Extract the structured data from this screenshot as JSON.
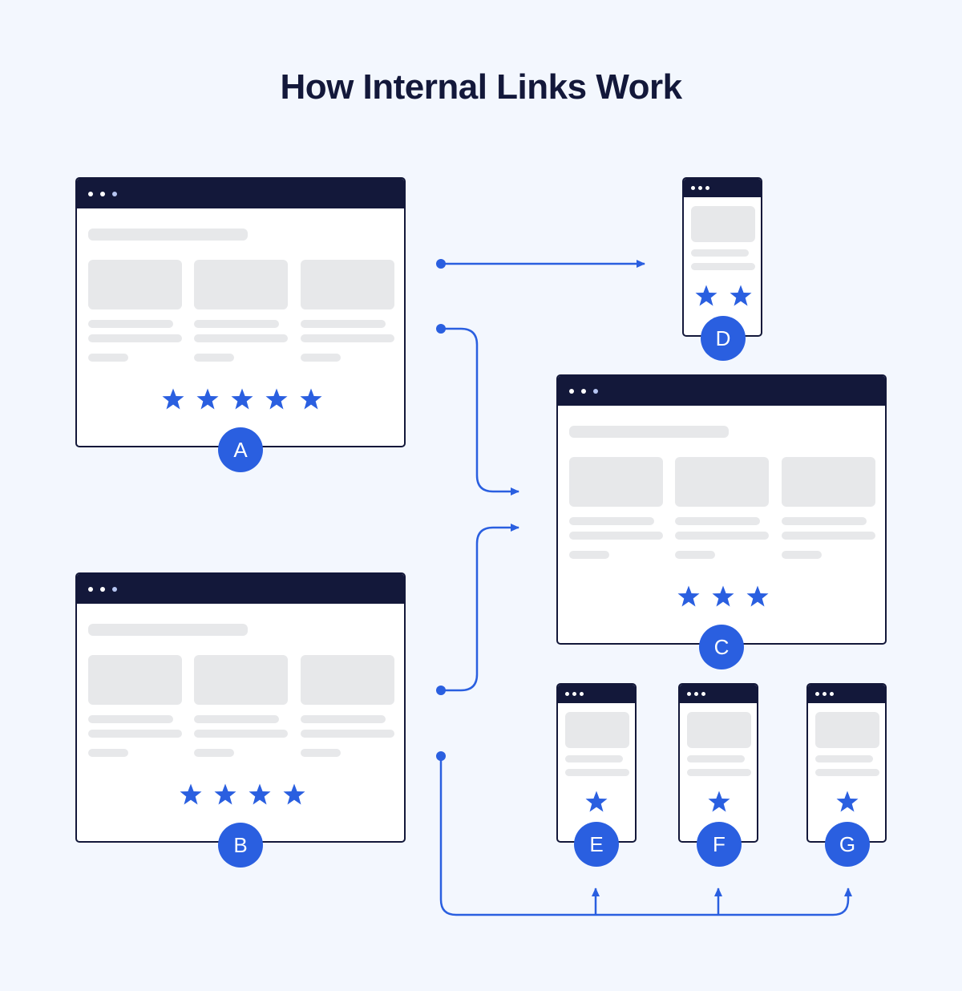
{
  "title": "How Internal Links Work",
  "pages": {
    "A": {
      "label": "A",
      "stars": 5
    },
    "B": {
      "label": "B",
      "stars": 4
    },
    "C": {
      "label": "C",
      "stars": 3
    },
    "D": {
      "label": "D",
      "stars": 2
    },
    "E": {
      "label": "E",
      "stars": 1
    },
    "F": {
      "label": "F",
      "stars": 1
    },
    "G": {
      "label": "G",
      "stars": 1
    }
  },
  "links": [
    {
      "from": "A",
      "to": "D"
    },
    {
      "from": "A",
      "to": "C"
    },
    {
      "from": "B",
      "to": "C"
    },
    {
      "from": "B",
      "to": "E"
    },
    {
      "from": "B",
      "to": "F"
    },
    {
      "from": "B",
      "to": "G"
    }
  ],
  "colors": {
    "accent": "#2a5fe0",
    "dark": "#13183a",
    "background": "#f3f7fe",
    "placeholder": "#e7e8ea"
  },
  "icons": {
    "star": "star-icon",
    "window_dots": "window-dots-icon"
  }
}
